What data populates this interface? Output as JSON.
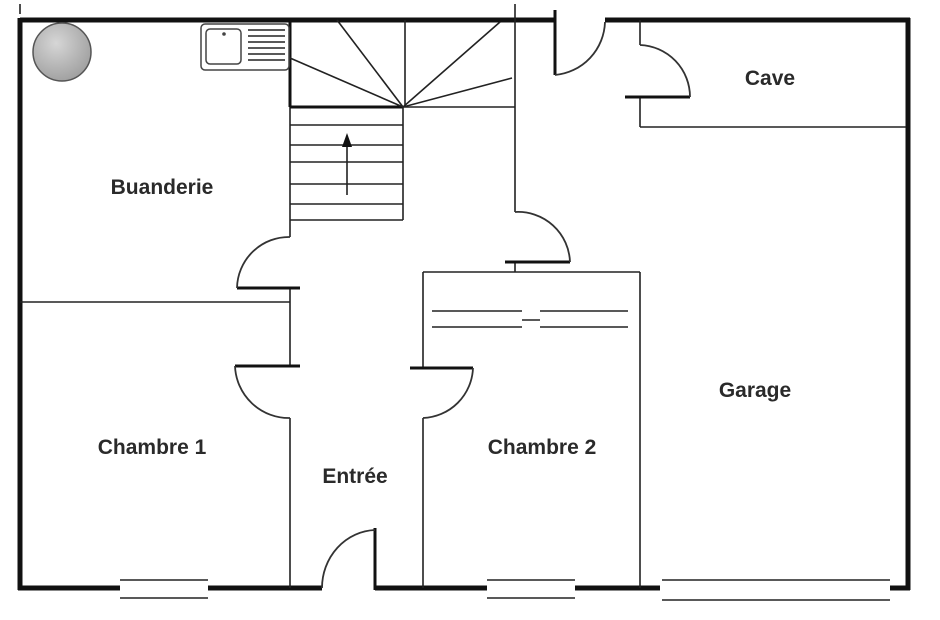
{
  "plan": {
    "rooms": [
      {
        "id": "buanderie",
        "label": "Buanderie"
      },
      {
        "id": "cave",
        "label": "Cave"
      },
      {
        "id": "chambre-1",
        "label": "Chambre 1"
      },
      {
        "id": "entree",
        "label": "Entrée"
      },
      {
        "id": "chambre-2",
        "label": "Chambre 2"
      },
      {
        "id": "garage",
        "label": "Garage"
      }
    ],
    "colors": {
      "wall": "#111111",
      "boiler": "#bdbdbd",
      "text": "#2a2a2a"
    }
  }
}
